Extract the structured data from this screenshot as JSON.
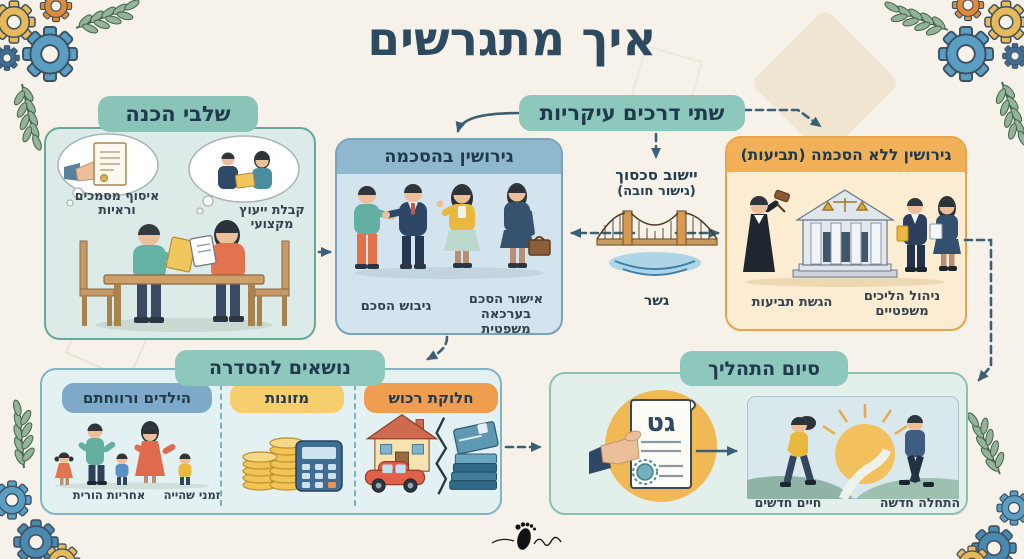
{
  "title": "איך מתגרשים",
  "prep": {
    "header": "שלבי הכנה",
    "collect_label": "איסוף מסמכים וראיות",
    "advice_label": "קבלת ייעוץ מקצועי"
  },
  "two_ways_label": "שתי דרכים עיקריות",
  "agreement": {
    "header": "גירושין בהסכמה",
    "formulate_label": "גיבוש הסכם",
    "approve_label": "אישור הסכם בערכאה משפטית"
  },
  "mediation": {
    "title": "יישוב סכסוך",
    "subtitle": "(גישור חובה)",
    "caption": "גשר"
  },
  "litigation": {
    "header": "גירושין ללא הסכמה (תביעות)",
    "file_label": "הגשת תביעות",
    "manage_label": "ניהול הליכים משפטיים"
  },
  "topics": {
    "header": "נושאים להסדרה",
    "children_pill": "הילדים ורווחתם",
    "children_label_a": "אחריות הורית",
    "children_label_b": "זמני שהייה",
    "alimony_pill": "מזונות",
    "property_pill": "חלוקת רכוש"
  },
  "finish": {
    "header": "סיום התהליך",
    "document_text": "גט",
    "new_life_label": "חיים חדשים",
    "new_start_label": "התחלה חדשה"
  },
  "palette": {
    "title_color": "#2e4a60",
    "teal_pill": "#8ec7bc",
    "agreement_header": "#8fb8cf",
    "litigation_header": "#f2b159",
    "children_pill": "#7fa9c9",
    "alimony_pill": "#f6ce6d",
    "property_pill": "#ef9d4f",
    "arrow": "#3b5f74"
  }
}
